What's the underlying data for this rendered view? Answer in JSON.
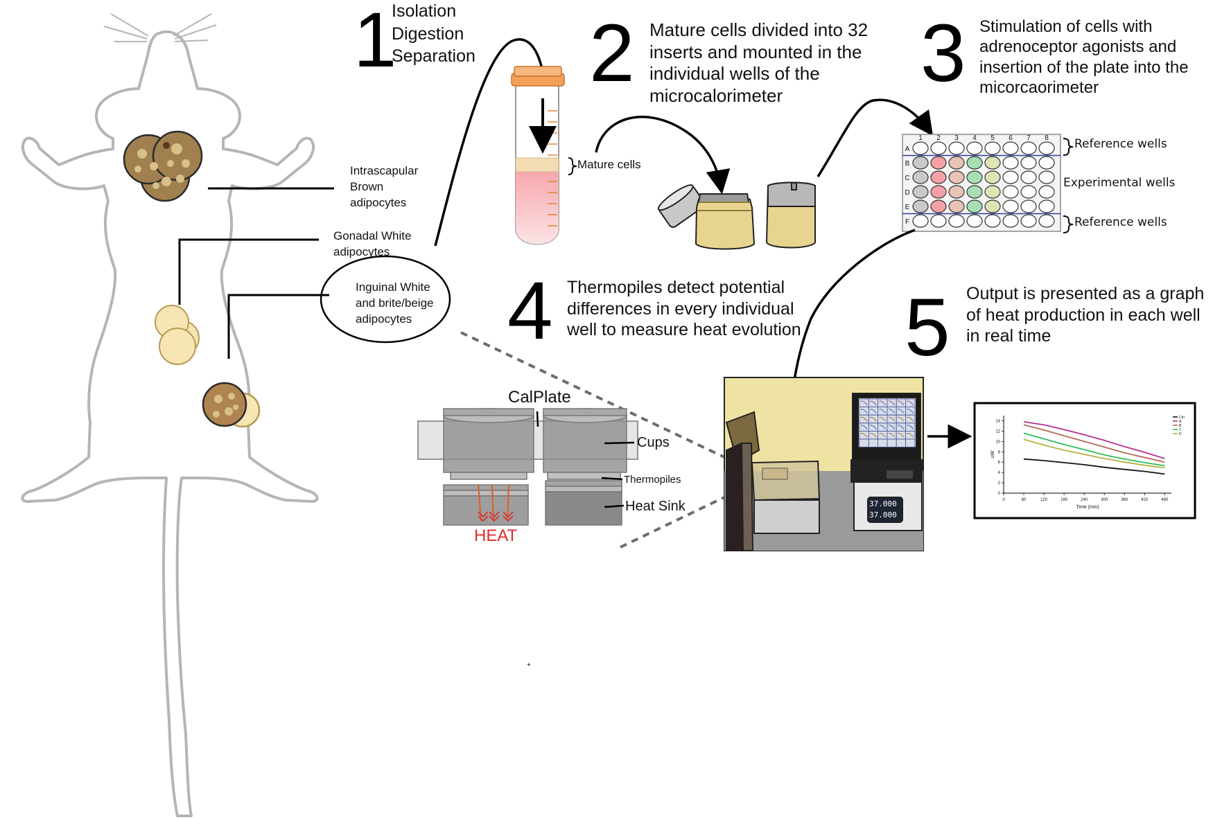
{
  "steps": [
    {
      "number": "1",
      "lines": [
        "Isolation",
        "Digestion",
        "Separation"
      ]
    },
    {
      "number": "2",
      "lines": [
        "Mature cells divided into 32",
        "inserts and mounted in the",
        "individual wells of the",
        "microcalorimeter"
      ]
    },
    {
      "number": "3",
      "lines": [
        "Stimulation of cells with",
        "adrenoceptor agonists and",
        "insertion of the plate into the",
        "micorcaorimeter"
      ]
    },
    {
      "number": "4",
      "lines": [
        "Thermopiles detect potential",
        "differences in every individual",
        "well to measure heat evolution"
      ]
    },
    {
      "number": "5",
      "lines": [
        "Output is presented as a graph",
        "of heat production in each well",
        "in real time"
      ]
    }
  ],
  "depots": {
    "brown": [
      "Intrascapular",
      "Brown",
      "adipocytes"
    ],
    "gonadal": [
      "Gonadal White",
      "adipocytes"
    ],
    "inguinal": [
      "Inguinal White",
      "and brite/beige",
      "adipocytes"
    ]
  },
  "tube_label": "Mature cells",
  "plate": {
    "columns": [
      "1",
      "2",
      "3",
      "4",
      "5",
      "6",
      "7",
      "8"
    ],
    "rows": [
      "A",
      "B",
      "C",
      "D",
      "E",
      "F"
    ],
    "reference_top": "Reference wells",
    "experimental": "Experimental wells",
    "reference_bottom": "Reference wells",
    "well_colors": [
      "#c9c9c9",
      "#f4a1a6",
      "#e8c4b4",
      "#a6dfb3",
      "#dfe4b5"
    ]
  },
  "calplate": {
    "title": "CalPlate",
    "cups": "Cups",
    "thermopiles": "Thermopiles",
    "heat_sink": "Heat Sink",
    "heat": "HEAT"
  },
  "instrument_display": [
    "37.000",
    "37.000"
  ],
  "chart_data": {
    "type": "line",
    "xlabel": "Time (min)",
    "ylabel": "uW",
    "x_ticks": [
      "0",
      "60",
      "120",
      "180",
      "240",
      "300",
      "360",
      "420",
      "480"
    ],
    "y_ticks": [
      "0",
      "2",
      "4",
      "6",
      "8",
      "10",
      "12",
      "14"
    ],
    "xlim": [
      0,
      500
    ],
    "ylim": [
      0,
      15
    ],
    "x": [
      60,
      120,
      180,
      240,
      300,
      360,
      420,
      480
    ],
    "series": [
      {
        "name": "Ctrl",
        "color": "#111111",
        "values": [
          6.6,
          6.3,
          5.9,
          5.5,
          5.0,
          4.6,
          4.2,
          3.7
        ]
      },
      {
        "name": "A",
        "color": "#b5308f",
        "values": [
          13.8,
          13.2,
          12.3,
          11.3,
          10.2,
          9.0,
          7.9,
          6.7
        ]
      },
      {
        "name": "B",
        "color": "#b46a55",
        "values": [
          13.2,
          12.2,
          11.1,
          10.0,
          8.9,
          7.8,
          6.9,
          6.0
        ]
      },
      {
        "name": "C",
        "color": "#2bbf58",
        "values": [
          11.6,
          10.5,
          9.4,
          8.4,
          7.4,
          6.6,
          5.9,
          5.3
        ]
      },
      {
        "name": "D",
        "color": "#b5b23a",
        "values": [
          10.4,
          9.3,
          8.3,
          7.5,
          6.7,
          6.0,
          5.4,
          4.9
        ]
      }
    ],
    "legend": "top-right"
  }
}
